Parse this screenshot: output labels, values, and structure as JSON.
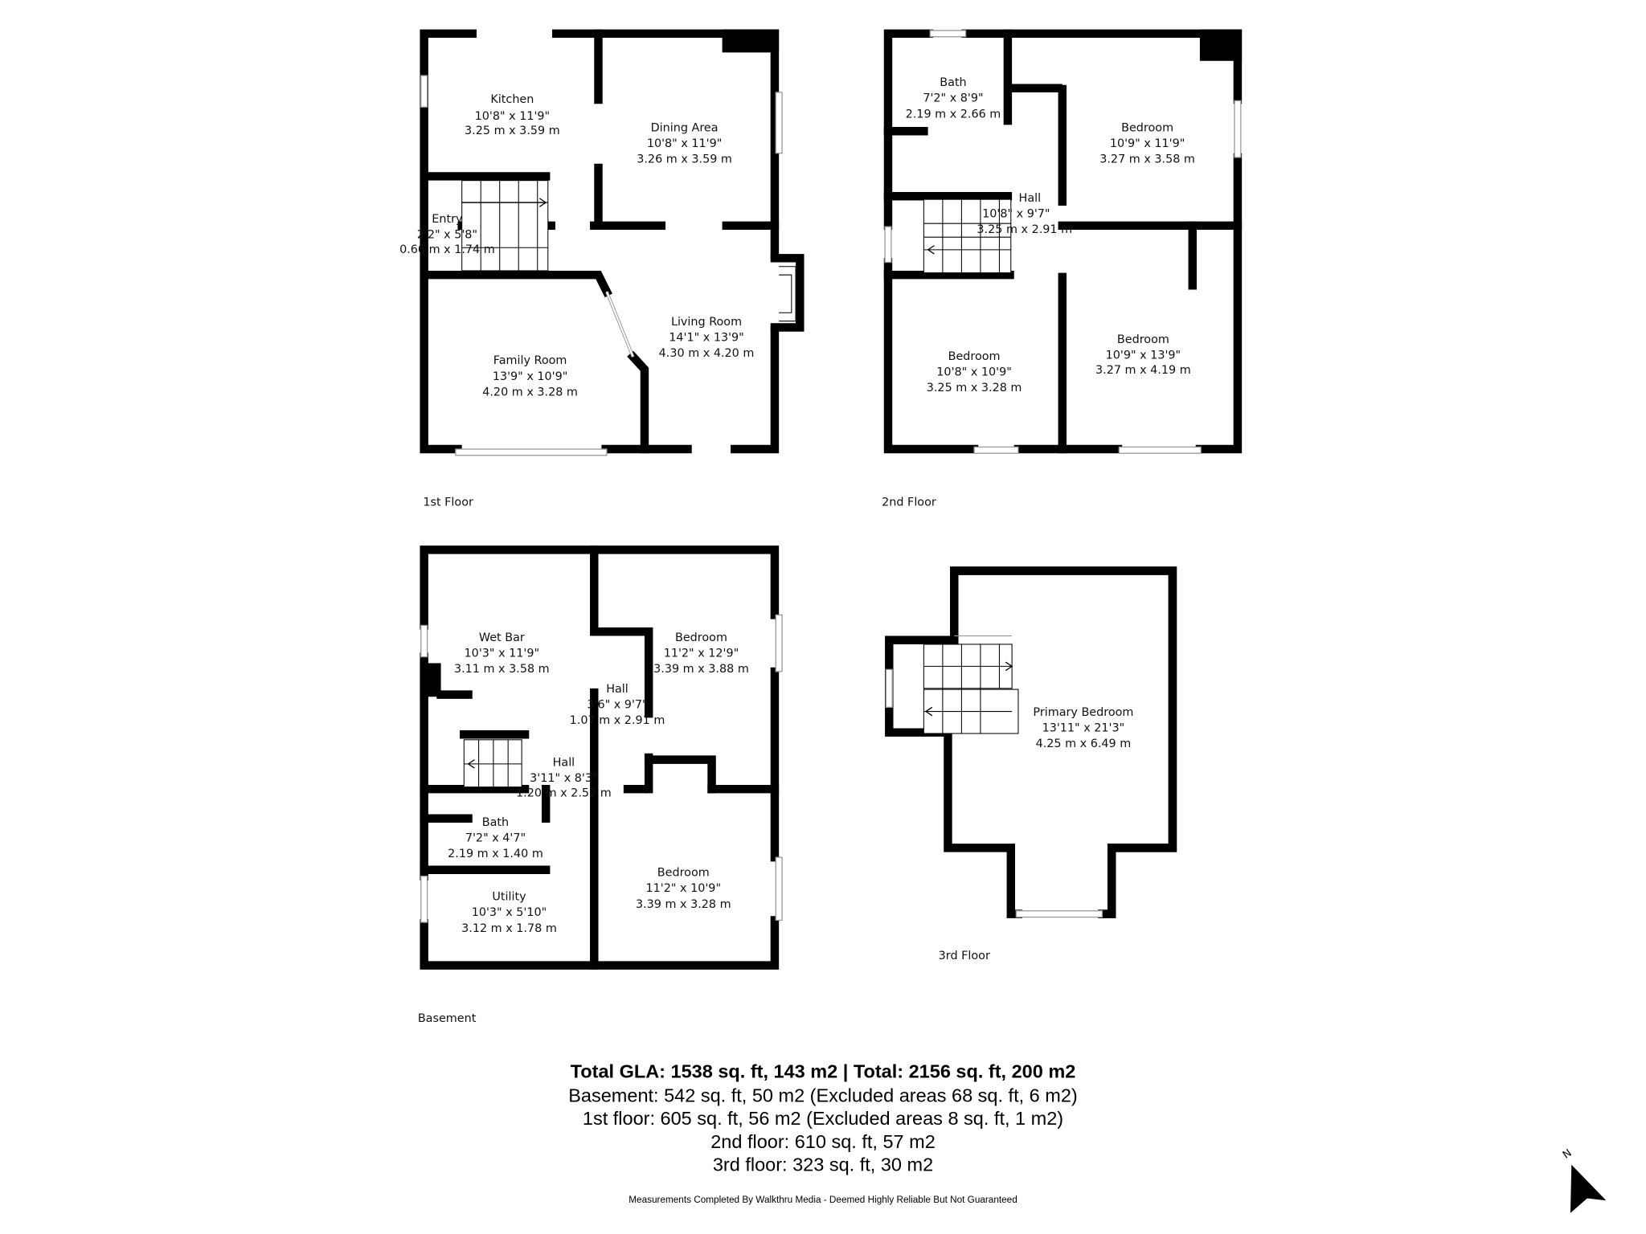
{
  "floors": {
    "first": {
      "label": "1st Floor",
      "rooms": [
        {
          "name": "Kitchen",
          "imperial": "10'8\" x 11'9\"",
          "metric": "3.25 m x 3.59 m"
        },
        {
          "name": "Dining Area",
          "imperial": "10'8\" x 11'9\"",
          "metric": "3.26 m x 3.59 m"
        },
        {
          "name": "Entry",
          "imperial": "2'2\" x 5'8\"",
          "metric": "0.66 m x 1.74 m"
        },
        {
          "name": "Living Room",
          "imperial": "14'1\" x 13'9\"",
          "metric": "4.30 m x 4.20 m"
        },
        {
          "name": "Family Room",
          "imperial": "13'9\" x 10'9\"",
          "metric": "4.20 m x 3.28 m"
        }
      ]
    },
    "second": {
      "label": "2nd Floor",
      "rooms": [
        {
          "name": "Bath",
          "imperial": "7'2\" x 8'9\"",
          "metric": "2.19 m x 2.66 m"
        },
        {
          "name": "Bedroom",
          "imperial": "10'9\" x 11'9\"",
          "metric": "3.27 m x 3.58 m"
        },
        {
          "name": "Hall",
          "imperial": "10'8\" x 9'7\"",
          "metric": "3.25 m x 2.91 m"
        },
        {
          "name": "Bedroom",
          "imperial": "10'8\" x 10'9\"",
          "metric": "3.25 m x 3.28 m"
        },
        {
          "name": "Bedroom",
          "imperial": "10'9\" x 13'9\"",
          "metric": "3.27 m x 4.19 m"
        }
      ]
    },
    "basement": {
      "label": "Basement",
      "rooms": [
        {
          "name": "Wet Bar",
          "imperial": "10'3\" x 11'9\"",
          "metric": "3.11 m x 3.58 m"
        },
        {
          "name": "Bedroom",
          "imperial": "11'2\" x 12'9\"",
          "metric": "3.39 m x 3.88 m"
        },
        {
          "name": "Hall",
          "imperial": "3'6\" x 9'7\"",
          "metric": "1.07 m x 2.91 m"
        },
        {
          "name": "Hall",
          "imperial": "3'11\" x 8'3\"",
          "metric": "1.20 m x 2.52 m"
        },
        {
          "name": "Bath",
          "imperial": "7'2\" x 4'7\"",
          "metric": "2.19 m x 1.40 m"
        },
        {
          "name": "Utility",
          "imperial": "10'3\" x 5'10\"",
          "metric": "3.12 m x 1.78 m"
        },
        {
          "name": "Bedroom",
          "imperial": "11'2\" x 10'9\"",
          "metric": "3.39 m x 3.28 m"
        }
      ]
    },
    "third": {
      "label": "3rd Floor",
      "rooms": [
        {
          "name": "Primary Bedroom",
          "imperial": "13'11\" x 21'3\"",
          "metric": "4.25 m x 6.49 m"
        }
      ]
    }
  },
  "summary": {
    "total": "Total GLA: 1538 sq. ft, 143 m2 | Total: 2156 sq. ft, 200 m2",
    "basement": "Basement: 542 sq. ft, 50 m2 (Excluded areas 68 sq. ft, 6 m2)",
    "first": "1st floor: 605 sq. ft, 56 m2 (Excluded areas 8 sq. ft, 1 m2)",
    "second": "2nd floor: 610 sq. ft, 57 m2",
    "third": "3rd floor: 323 sq. ft, 30 m2",
    "disclaimer": "Measurements Completed By Walkthru Media - Deemed Highly Reliable But Not Guaranteed"
  },
  "compass": {
    "label": "N",
    "icon": "north-arrow-icon"
  }
}
